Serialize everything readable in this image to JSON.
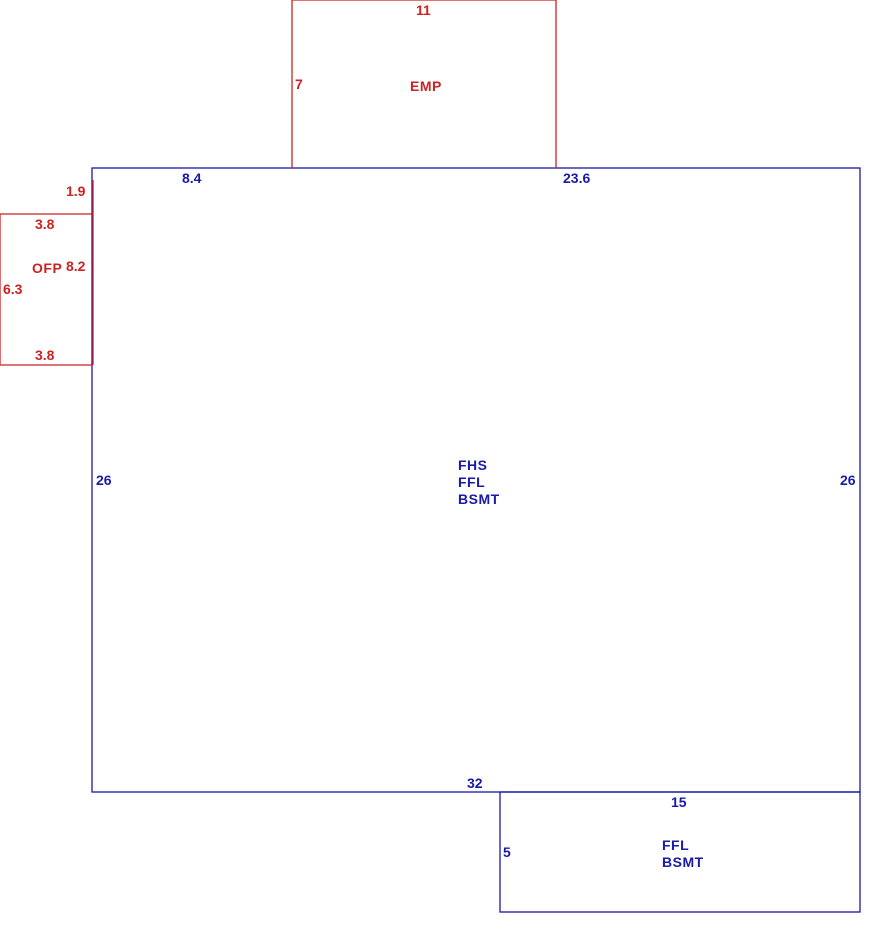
{
  "colors": {
    "main": "#1a1aa8",
    "aux": "#cc2222",
    "background": "#ffffff"
  },
  "main_house": {
    "labels": [
      "FHS",
      "FFL",
      "BSMT"
    ],
    "dims": {
      "top_left": "8.4",
      "top_right": "23.6",
      "left": "26",
      "right": "26",
      "bottom": "32"
    }
  },
  "addition": {
    "labels": [
      "FFL",
      "BSMT"
    ],
    "dims": {
      "top": "15",
      "left": "5"
    }
  },
  "emp": {
    "label": "EMP",
    "dims": {
      "top": "11",
      "left": "7"
    }
  },
  "ofp": {
    "label": "OFP",
    "dims": {
      "offset": "1.9",
      "top": "3.8",
      "right": "8.2",
      "left": "6.3",
      "bottom": "3.8"
    }
  }
}
